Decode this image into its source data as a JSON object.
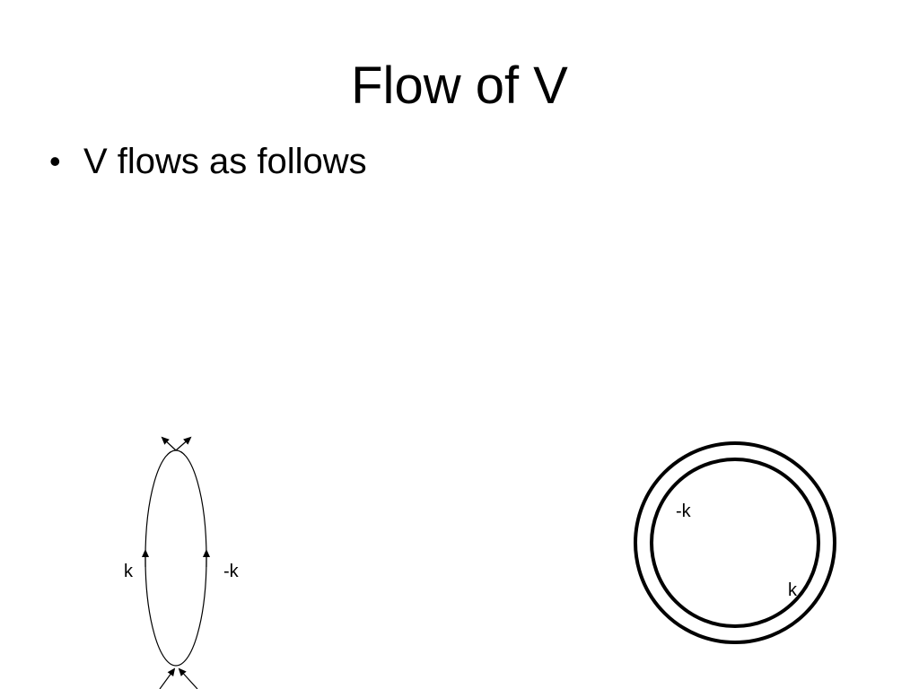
{
  "slide": {
    "title": "Flow of V",
    "bullets": [
      {
        "text": "V flows as follows"
      }
    ]
  },
  "diagram_left": {
    "labels": {
      "left_momentum": "k",
      "right_momentum": "-k"
    }
  },
  "diagram_right": {
    "labels": {
      "upper_momentum": "-k",
      "lower_momentum": "k"
    }
  },
  "colors": {
    "background": "#ffffff",
    "ink": "#000000"
  }
}
